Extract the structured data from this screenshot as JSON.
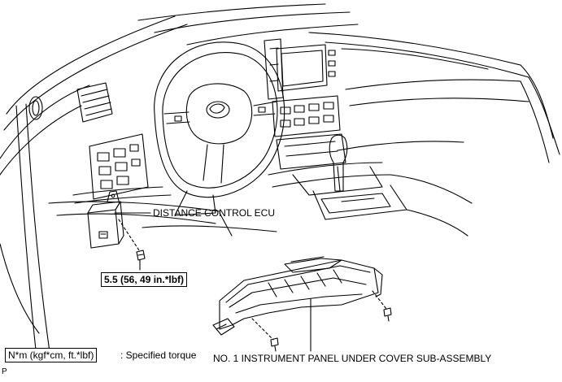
{
  "labels": {
    "ecu": "DISTANCE CONTROL ECU",
    "torque_value": "5.5 (56, 49 in.*lbf)",
    "legend_box": "N*m (kgf*cm, ft.*lbf)",
    "legend_text": ": Specified torque",
    "under_cover": "NO. 1 INSTRUMENT PANEL UNDER COVER SUB-ASSEMBLY",
    "corner_mark": "P"
  },
  "colors": {
    "line": "#000000",
    "background": "#ffffff"
  }
}
